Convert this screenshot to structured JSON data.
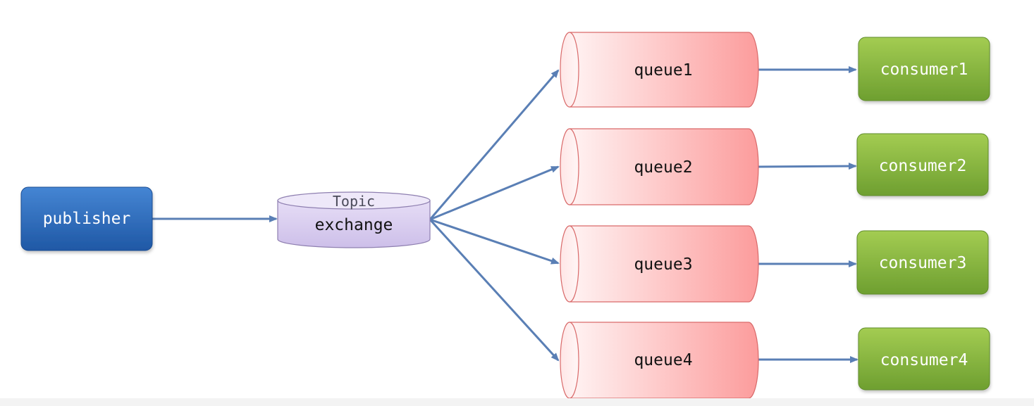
{
  "publisher": {
    "label": "publisher"
  },
  "exchange": {
    "type_label": "Topic",
    "label": "exchange"
  },
  "queues": [
    {
      "label": "queue1"
    },
    {
      "label": "queue2"
    },
    {
      "label": "queue3"
    },
    {
      "label": "queue4"
    }
  ],
  "consumers": [
    {
      "label": "consumer1"
    },
    {
      "label": "consumer2"
    },
    {
      "label": "consumer3"
    },
    {
      "label": "consumer4"
    }
  ],
  "colors": {
    "publisher_top": "#3f7fcf",
    "publisher_bottom": "#1f5aa8",
    "exchange_fill": "#d9cdf0",
    "exchange_stroke": "#8e7fb0",
    "queue_light": "#fff0f0",
    "queue_dark": "#fd9f9f",
    "queue_stroke": "#d96a6a",
    "consumer_top": "#9cc84a",
    "consumer_bottom": "#6fa132",
    "arrow": "#5a7fb5"
  }
}
